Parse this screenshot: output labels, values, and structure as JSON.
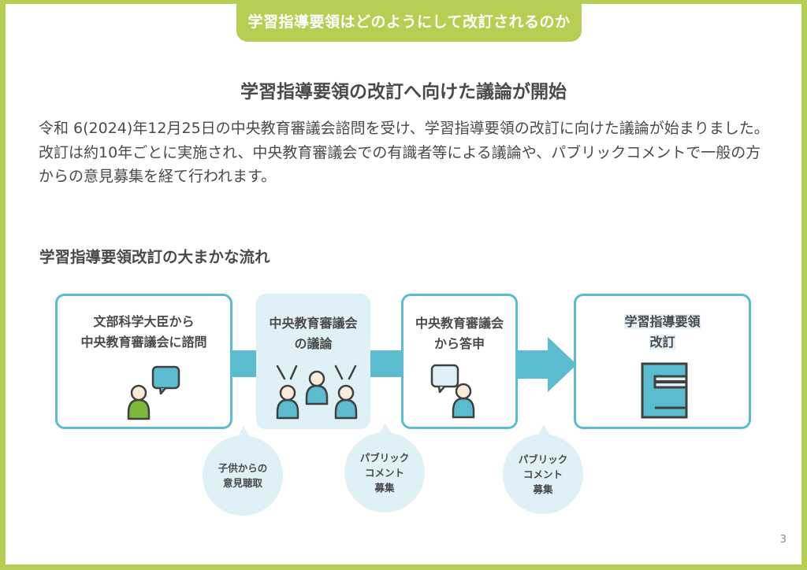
{
  "header": {
    "tab_title": "学習指導要領はどのようにして改訂されるのか"
  },
  "main": {
    "heading": "学習指導要領の改訂へ向けた議論が開始",
    "paragraphs": [
      "令和 6(2024)年12月25日の中央教育審議会諮問を受け、学習指導要領の改訂に向けた議論が始まりました。",
      "改訂は約10年ごとに実施され、中央教育審議会での有識者等による議論や、パブリックコメントで一般の方からの意見募集を経て行われます。"
    ],
    "flow_heading": "学習指導要領改訂の大まかな流れ"
  },
  "flow": {
    "steps": [
      {
        "line1": "文部科学大臣から",
        "line2": "中央教育審議会に諮問",
        "icon": "person-speaking-icon"
      },
      {
        "line1": "中央教育審議会",
        "line2": "の議論",
        "icon": "group-discussion-icon"
      },
      {
        "line1": "中央教育審議会",
        "line2": "から答申",
        "icon": "person-answer-icon"
      },
      {
        "line1": "学習指導要領",
        "line2": "改訂",
        "icon": "book-icon"
      }
    ],
    "callouts": [
      {
        "lines": [
          "子供からの",
          "意見聴取"
        ]
      },
      {
        "lines": [
          "パブリック",
          "コメント",
          "募集"
        ]
      },
      {
        "lines": [
          "パブリック",
          "コメント",
          "募集"
        ]
      }
    ]
  },
  "colors": {
    "frame": "#b4cf52",
    "accent": "#5bbccf",
    "light_fill": "#dff1f6",
    "person_green": "#7cb83a",
    "text": "#4a4a4a"
  },
  "footer": {
    "page_number": "3"
  }
}
